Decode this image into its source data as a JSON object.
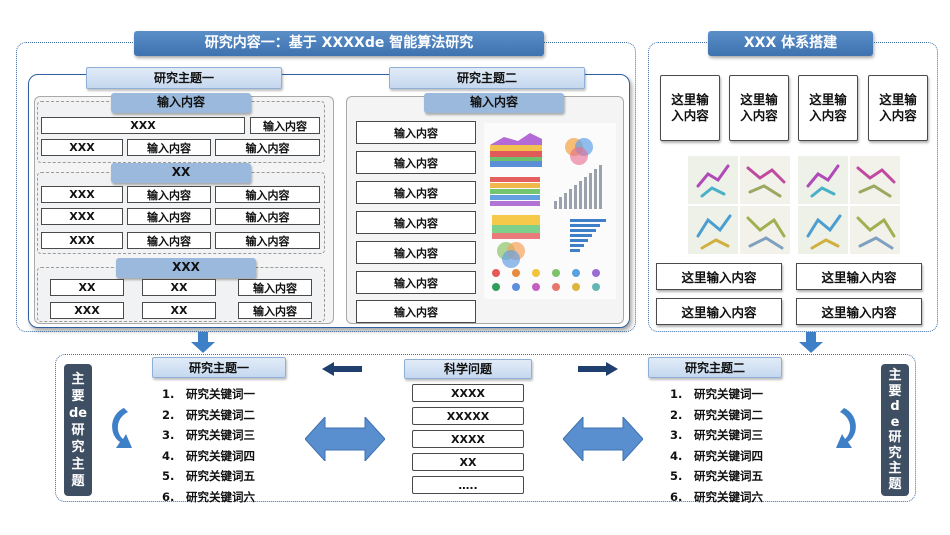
{
  "top_left": {
    "title": "研究内容一：基于 XXXXde 智能算法研究",
    "topic1": {
      "title": "研究主题一",
      "group1": {
        "header": "输入内容",
        "row1": [
          "XXX",
          "输入内容"
        ],
        "row2": [
          "XXX",
          "输入内容",
          "输入内容"
        ]
      },
      "group2": {
        "header": "XX",
        "rows": [
          [
            "XXX",
            "输入内容",
            "输入内容"
          ],
          [
            "XXX",
            "输入内容",
            "输入内容"
          ],
          [
            "XXX",
            "输入内容",
            "输入内容"
          ]
        ]
      },
      "group3": {
        "header": "XXX",
        "rows": [
          [
            "XX",
            "XX",
            "输入内容"
          ],
          [
            "XXX",
            "XX",
            "输入内容"
          ]
        ]
      }
    },
    "topic2": {
      "title": "研究主题二",
      "header": "输入内容",
      "items": [
        "输入内容",
        "输入内容",
        "输入内容",
        "输入内容",
        "输入内容",
        "输入内容",
        "输入内容"
      ]
    }
  },
  "top_right": {
    "title": "XXX 体系搭建",
    "cards": [
      "这里输入内容",
      "这里输入内容",
      "这里输入内容",
      "这里输入内容"
    ],
    "bottom_boxes": [
      "这里输入内容",
      "这里输入内容",
      "这里输入内容",
      "这里输入内容"
    ]
  },
  "bottom": {
    "left_side_label": [
      "主",
      "要",
      "de",
      "研",
      "究",
      "主",
      "题"
    ],
    "right_side_label": [
      "主",
      "要",
      "d",
      "e",
      "研",
      "究",
      "主",
      "题"
    ],
    "topic1": {
      "title": "研究主题一",
      "keywords": [
        {
          "num": "1.",
          "text": "研究关键词一"
        },
        {
          "num": "2.",
          "text": "研究关键词二"
        },
        {
          "num": "3.",
          "text": "研究关键词三"
        },
        {
          "num": "4.",
          "text": "研究关键词四"
        },
        {
          "num": "5.",
          "text": "研究关键词五"
        },
        {
          "num": "6.",
          "text": "研究关键词六"
        }
      ]
    },
    "science": {
      "title": "科学问题",
      "items": [
        "XXXX",
        "XXXXX",
        "XXXX",
        "XX",
        "….."
      ]
    },
    "topic2": {
      "title": "研究主题二",
      "keywords": [
        {
          "num": "1.",
          "text": "研究关键词一"
        },
        {
          "num": "2.",
          "text": "研究关键词二"
        },
        {
          "num": "3.",
          "text": "研究关键词三"
        },
        {
          "num": "4.",
          "text": "研究关键词四"
        },
        {
          "num": "5.",
          "text": "研究关键词五"
        },
        {
          "num": "6.",
          "text": "研究关键词六"
        }
      ]
    }
  },
  "colors": {
    "accent": "#3e72b0",
    "dark_arrow": "#1f3f6e",
    "light_arrow": "#5a8fcf",
    "side_label": "#3f4f63"
  }
}
